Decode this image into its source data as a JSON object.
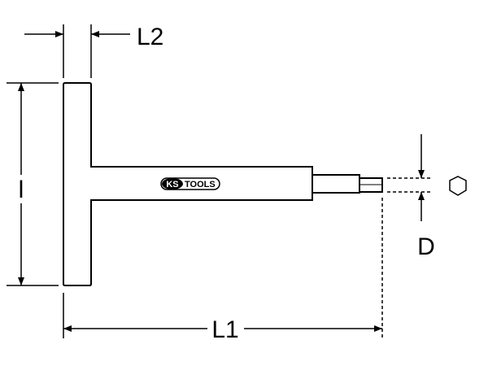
{
  "labels": {
    "l2": "L2",
    "l1": "L1",
    "height": "l",
    "d": "D"
  },
  "logo": {
    "brand_ks": "KS",
    "brand_tools": "TOOLS"
  },
  "colors": {
    "line": "#000000",
    "background": "#ffffff"
  },
  "symbols": {
    "cross_section": "hexagon-icon"
  }
}
